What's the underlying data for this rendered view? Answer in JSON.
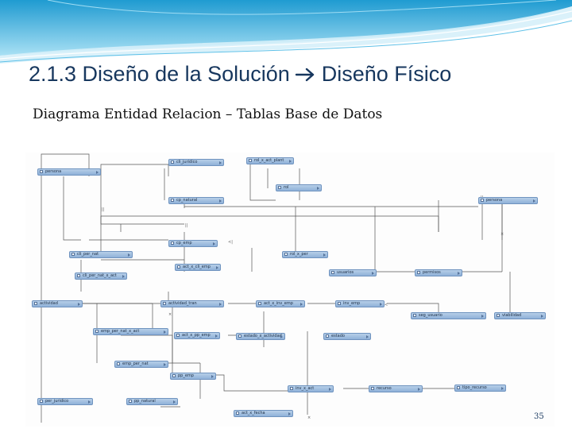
{
  "slide": {
    "title_left": "2.1.3 Diseño de la Solución",
    "title_right": "Diseño Físico",
    "subtitle": "Diagrama Entidad Relacion – Tablas Base de Datos",
    "page_number": "35",
    "accent_color": "#17375e",
    "arrow_icon": "right-arrow-icon"
  },
  "diagram": {
    "entities": [
      {
        "label": "cli_juridico"
      },
      {
        "label": "rol_x_act_plant"
      },
      {
        "label": "persona"
      },
      {
        "label": "rol"
      },
      {
        "label": "cp_natural"
      },
      {
        "label": "persona"
      },
      {
        "label": "cp_emp"
      },
      {
        "label": "cli_per_nat"
      },
      {
        "label": "rol_x_per"
      },
      {
        "label": "act_x_cli_emp"
      },
      {
        "label": "usuarios"
      },
      {
        "label": "permisos"
      },
      {
        "label": "cli_per_nat_x_act"
      },
      {
        "label": "actividad"
      },
      {
        "label": "actividad_tran"
      },
      {
        "label": "act_x_inv_emp"
      },
      {
        "label": "inv_emp"
      },
      {
        "label": "emp_per_nat_x_act"
      },
      {
        "label": "seg_usuario"
      },
      {
        "label": "viabilidad"
      },
      {
        "label": "act_x_pp_emp"
      },
      {
        "label": "estado_x_actividad"
      },
      {
        "label": "estado"
      },
      {
        "label": "emp_per_nat"
      },
      {
        "label": "pp_emp"
      },
      {
        "label": "inv_x_act"
      },
      {
        "label": "recurso"
      },
      {
        "label": "tipo_recurso"
      },
      {
        "label": "per_juridico"
      },
      {
        "label": "pp_natural"
      },
      {
        "label": "act_x_fecha"
      }
    ]
  }
}
